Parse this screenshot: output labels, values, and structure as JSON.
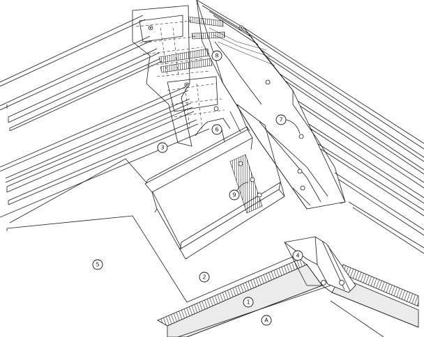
{
  "callouts": [
    {
      "id": "c1",
      "label": "1"
    },
    {
      "id": "c2",
      "label": "2"
    },
    {
      "id": "c3",
      "label": "3"
    },
    {
      "id": "c4",
      "label": "4"
    },
    {
      "id": "c5",
      "label": "5"
    },
    {
      "id": "c6",
      "label": "6"
    },
    {
      "id": "c7",
      "label": "7"
    },
    {
      "id": "c8",
      "label": "8"
    },
    {
      "id": "c9",
      "label": "9"
    },
    {
      "id": "cA",
      "label": "A"
    }
  ]
}
